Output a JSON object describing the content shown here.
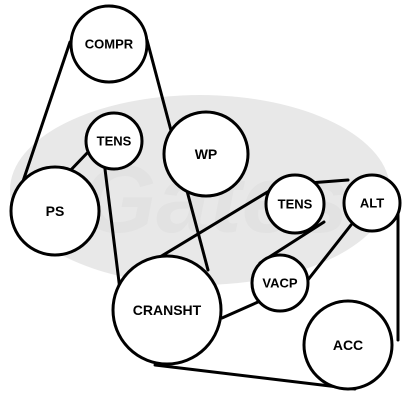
{
  "diagram": {
    "title": "",
    "colors": {
      "line": "#000000",
      "fill": "#ffffff",
      "watermark": "#e6e6e6"
    },
    "watermark": {
      "text": "Gates"
    },
    "belts": [
      {
        "name": "accessory-belt-upper"
      },
      {
        "name": "accessory-belt-lower"
      }
    ],
    "pulleys": [
      {
        "id": "compr",
        "label": "COMPR"
      },
      {
        "id": "tens-upper",
        "label": "TENS"
      },
      {
        "id": "wp",
        "label": "WP"
      },
      {
        "id": "ps",
        "label": "PS"
      },
      {
        "id": "tens-lower",
        "label": "TENS"
      },
      {
        "id": "alt",
        "label": "ALT"
      },
      {
        "id": "vacp",
        "label": "VACP"
      },
      {
        "id": "cransht",
        "label": "CRANSHT"
      },
      {
        "id": "acc",
        "label": "ACC"
      }
    ]
  }
}
